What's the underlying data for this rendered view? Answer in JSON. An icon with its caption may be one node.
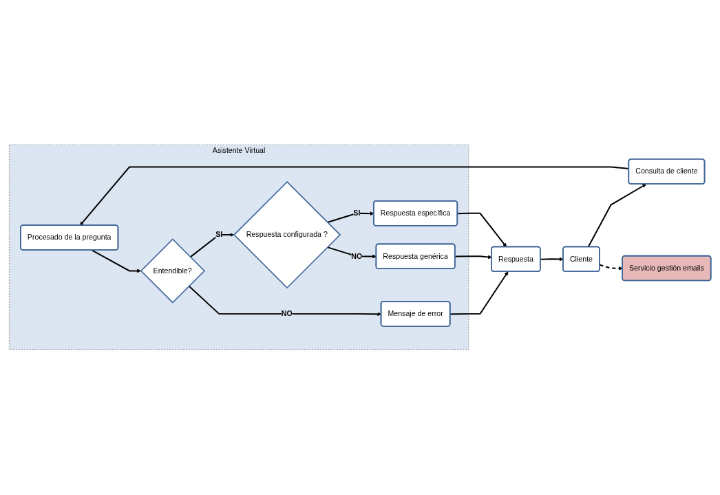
{
  "diagram": {
    "nodes": [
      {
        "text": [
          "Asistente Virtual"
        ]
      },
      {
        "text": [
          "Cliente"
        ]
      },
      {
        "text": [
          "Consulta de cliente"
        ]
      },
      {
        "text": [
          "Procesado de la pregunta"
        ],
        "in": 0
      },
      {
        "text": [
          "Entendible?"
        ],
        "in": 0
      },
      {
        "text": [
          "Mensaje de error"
        ],
        "in": 0
      },
      {
        "text": [
          "Respuesta configurada ?"
        ],
        "in": 0
      },
      {
        "text": [
          "Respuesta genérica"
        ],
        "in": 0
      },
      {
        "text": [
          "Respuesta específica"
        ],
        "in": 0
      },
      {
        "text": [
          "Respuesta"
        ]
      },
      {
        "text": [
          "Servicio gestión emails"
        ]
      }
    ],
    "edges": [
      {
        "from": 1,
        "to": 2,
        "arrow": "to"
      },
      {
        "from": 2,
        "to": 3,
        "arrow": "to"
      },
      {
        "from": 3,
        "to": 4,
        "arrow": "to"
      },
      {
        "from": 4,
        "to": 5,
        "arrow": "to",
        "label": "NO"
      },
      {
        "from": 4,
        "to": 6,
        "arrow": "to",
        "label": "SI"
      },
      {
        "from": 6,
        "to": 7,
        "arrow": "to",
        "label": "NO"
      },
      {
        "from": 6,
        "to": 8,
        "arrow": "to",
        "label": "SI"
      },
      {
        "from": 5,
        "to": 9,
        "arrow": "to"
      },
      {
        "from": 7,
        "to": 9,
        "arrow": "to"
      },
      {
        "from": 8,
        "to": 9,
        "arrow": "to"
      },
      {
        "from": 9,
        "to": 1,
        "arrow": "to"
      },
      {
        "from": 1,
        "to": 10,
        "arrow": "to",
        "style": "dashed"
      }
    ]
  }
}
